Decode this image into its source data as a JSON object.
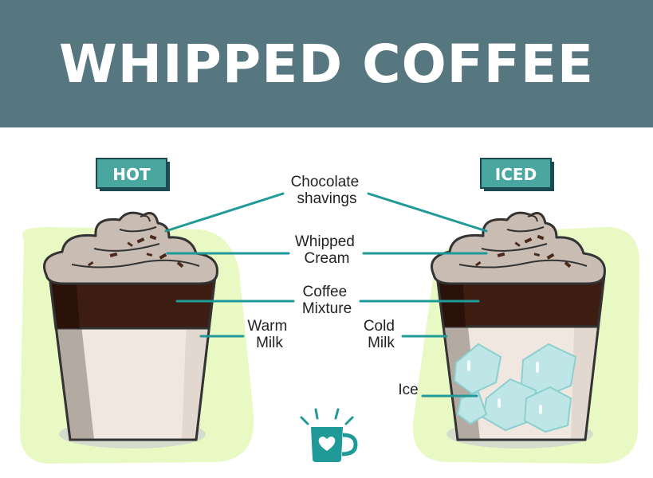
{
  "title": "WHIPPED COFFEE",
  "tags": {
    "hot": "HOT",
    "iced": "ICED"
  },
  "labels": {
    "chocolate": [
      "Chocolate",
      "shavings"
    ],
    "cream": [
      "Whipped",
      "Cream"
    ],
    "coffee": [
      "Coffee",
      "Mixture"
    ],
    "warm_milk": [
      "Warm",
      "Milk"
    ],
    "cold_milk": [
      "Cold",
      "Milk"
    ],
    "ice": "Ice"
  },
  "colors": {
    "header": "#567680",
    "accent": "#1f9a99",
    "tag": "#49a7a0",
    "blob": "#e9f9c4",
    "cream": "#c9bcb2",
    "coffee": "#3d1d12",
    "milk": "#efe7e0",
    "ice": "#bfe6e6"
  },
  "icons": [
    "mug-heart-icon"
  ]
}
